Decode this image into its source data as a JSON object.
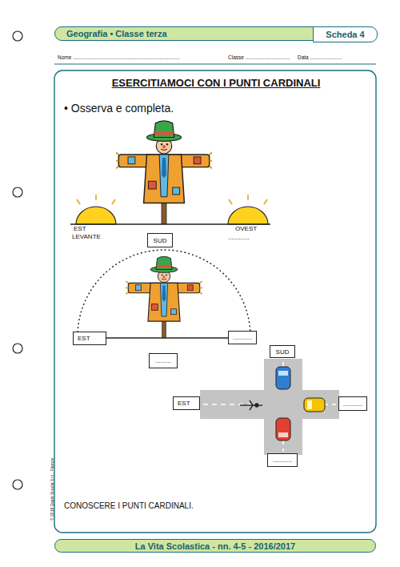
{
  "diagram": {
    "title": "ESERCITIAMOCI CON I PUNTI CARDINALI",
    "caption": "CONOSCERE I PUNTI CARDINALI.",
    "nodes": [
      {
        "text": [
          "Geografia • Classe terza"
        ]
      },
      {
        "text": [
          "Scheda 4"
        ],
        "in": 0
      },
      {
        "text": [
          "SUD"
        ]
      },
      {
        "text": [
          "EST"
        ]
      },
      {
        "text": [
          "..........."
        ]
      },
      {
        "text": [
          "........."
        ]
      },
      {
        "text": [
          "SUD"
        ]
      },
      {
        "text": [
          "EST"
        ]
      },
      {
        "text": [
          "..........."
        ]
      },
      {
        "text": [
          "..........."
        ]
      },
      {
        "text": [
          "La Vita Scolastica - nn. 4-5 - 2016/2017"
        ]
      }
    ],
    "labels": [
      "Nome ..........................................................................",
      "Classe ...............................",
      "Data ......................",
      "• Osserva e completa.",
      "EST",
      "LEVANTE",
      "OVEST",
      "............",
      "© 2016 Giunti Scuola S.r.l., Firenze"
    ]
  }
}
